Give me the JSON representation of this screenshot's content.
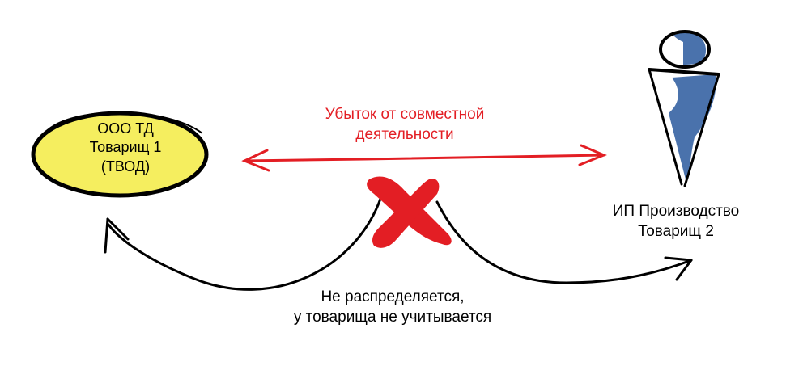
{
  "colors": {
    "ellipse_fill": "#f5ee5f",
    "loss_red": "#e31e24",
    "person_blue": "#4a72ac",
    "ink": "#000000"
  },
  "left_entity": {
    "line1": "ООО ТД",
    "line2": "Товарищ 1",
    "line3": "(ТВОД)"
  },
  "right_entity": {
    "line1": "ИП Производство",
    "line2": "Товарищ 2",
    "icon": "person-icon"
  },
  "loss_arrow": {
    "line1": "Убыток от совместной",
    "line2": "деятельности"
  },
  "bottom_note": {
    "line1": "Не распределяется,",
    "line2": "у товарища не учитывается",
    "mark_icon": "red-cross-icon"
  }
}
